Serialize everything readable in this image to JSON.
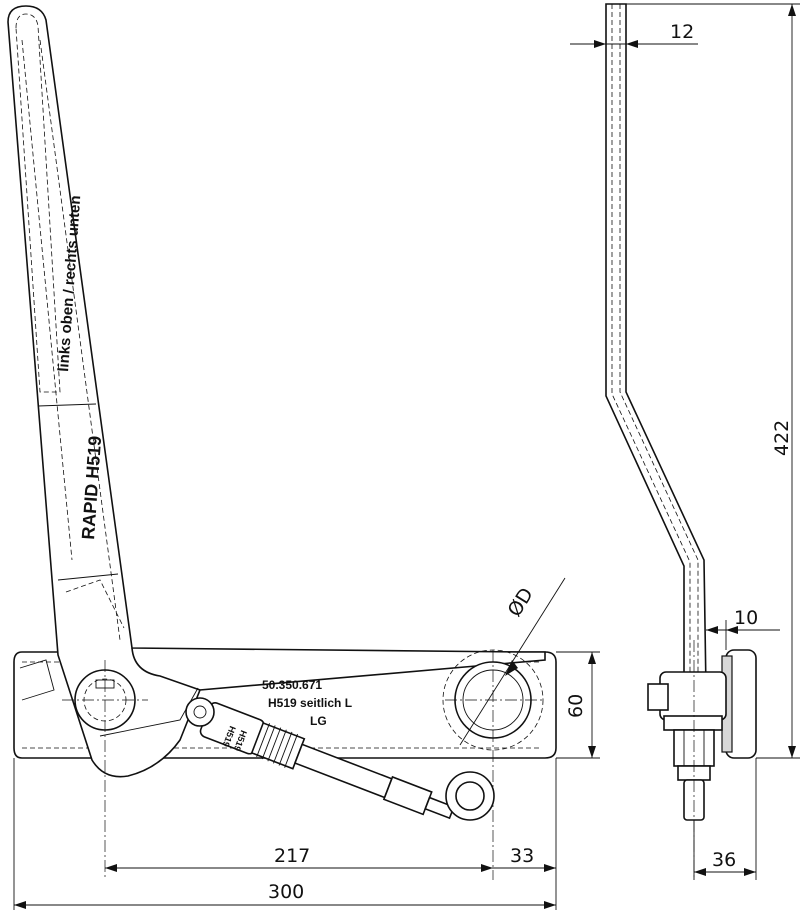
{
  "drawing": {
    "handle_text_top": "links oben / rechts unten",
    "handle_text_model": "RAPID H519",
    "part_number": "50.350.671",
    "side_label": "H519 seitlich L",
    "lg_label": "LG",
    "spring_text_1": "H519",
    "spring_text_2": "H519"
  },
  "dimensions": {
    "rod_width": "12",
    "height_total": "422",
    "offset": "10",
    "base_height": "60",
    "bore_diameter": "ØD",
    "length_pivot": "217",
    "length_end": "33",
    "length_total": "300",
    "depth": "36"
  }
}
